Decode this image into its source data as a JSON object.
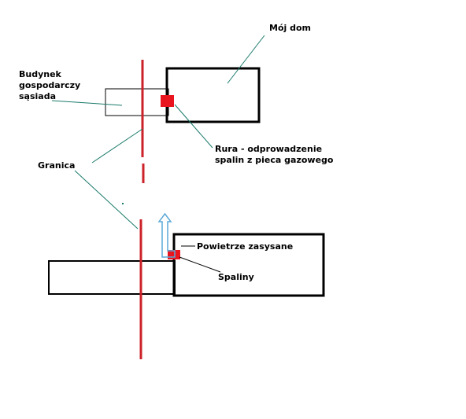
{
  "labels": {
    "moj_dom": "Mój dom",
    "budynek_line1": "Budynek",
    "budynek_line2": "gospodarczy",
    "budynek_line3": "sąsiada",
    "granica": "Granica",
    "rura_line1": "Rura - odprowadzenie",
    "rura_line2": "spalin z pieca gazowego",
    "powietrze": "Powietrze zasysane",
    "spaliny": "Spaliny"
  },
  "colors": {
    "border": "#cc2229",
    "pipe": "#e8141e",
    "leader": "#1a7a6a",
    "outline": "#000000",
    "arrow": "#5aa8d8"
  }
}
